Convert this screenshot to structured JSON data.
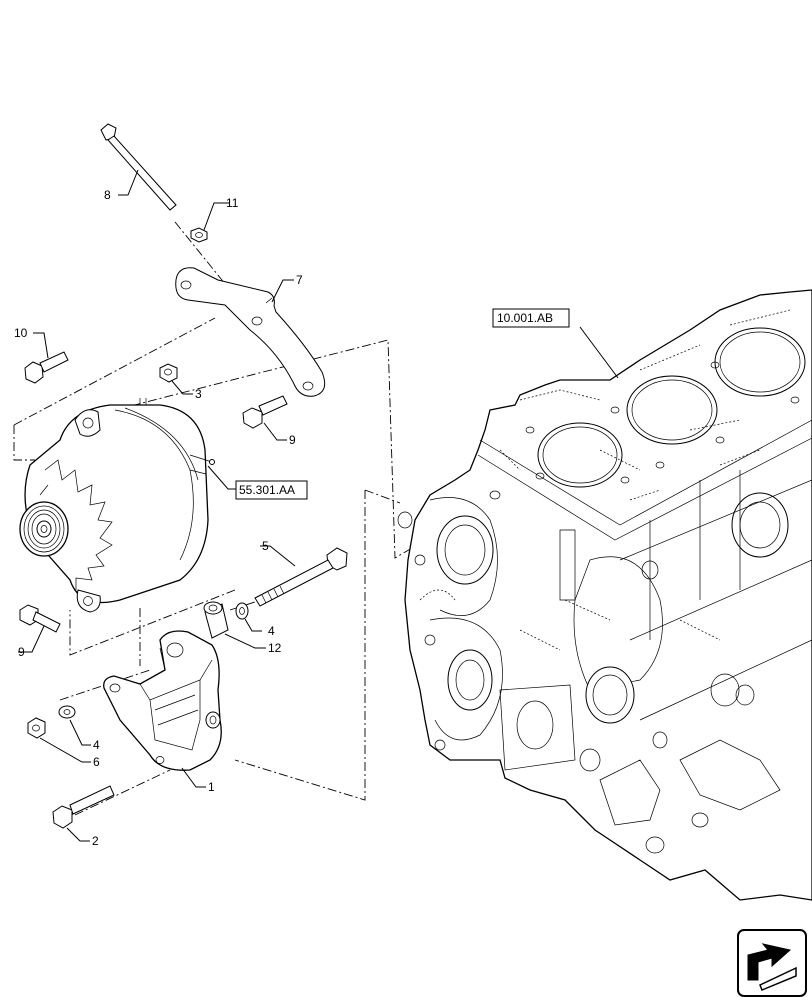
{
  "callouts": [
    {
      "id": "c1",
      "text": "1"
    },
    {
      "id": "c2",
      "text": "2"
    },
    {
      "id": "c3",
      "text": "3"
    },
    {
      "id": "c4a",
      "text": "4"
    },
    {
      "id": "c4b",
      "text": "4"
    },
    {
      "id": "c5",
      "text": "5"
    },
    {
      "id": "c6",
      "text": "6"
    },
    {
      "id": "c7",
      "text": "7"
    },
    {
      "id": "c8",
      "text": "8"
    },
    {
      "id": "c9a",
      "text": "9"
    },
    {
      "id": "c9b",
      "text": "9"
    },
    {
      "id": "c10",
      "text": "10"
    },
    {
      "id": "c11",
      "text": "11"
    },
    {
      "id": "c12",
      "text": "12"
    }
  ],
  "references": {
    "engine_block": "10.001.AB",
    "alternator": "55.301.AA"
  }
}
